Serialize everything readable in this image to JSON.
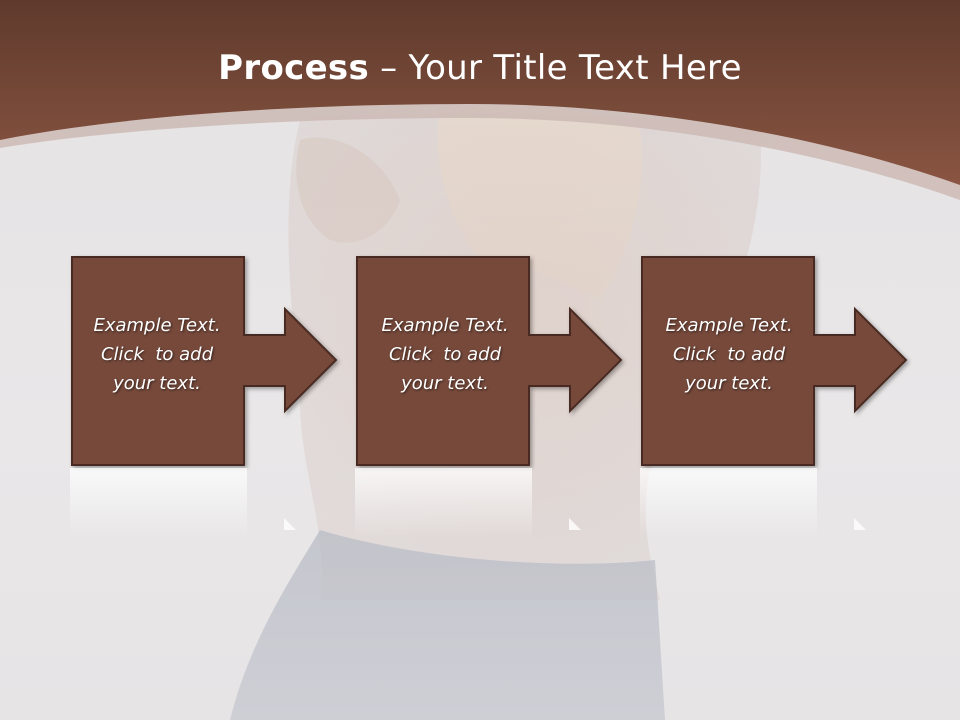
{
  "slide": {
    "title_bold": "Process",
    "title_rest": " – Your Title Text Here"
  },
  "steps": [
    {
      "lines": [
        "Example Text.",
        "Click  to add",
        "your text."
      ]
    },
    {
      "lines": [
        "Example Text.",
        "Click  to add",
        "your text."
      ]
    },
    {
      "lines": [
        "Example Text.",
        "Click  to add",
        "your text."
      ]
    }
  ],
  "colors": {
    "header_top": "#5f3a2c",
    "header_bottom": "#8a5542",
    "box_fill": "#764a3a",
    "box_border": "#4a2c22",
    "background": "#e6e4e5"
  }
}
